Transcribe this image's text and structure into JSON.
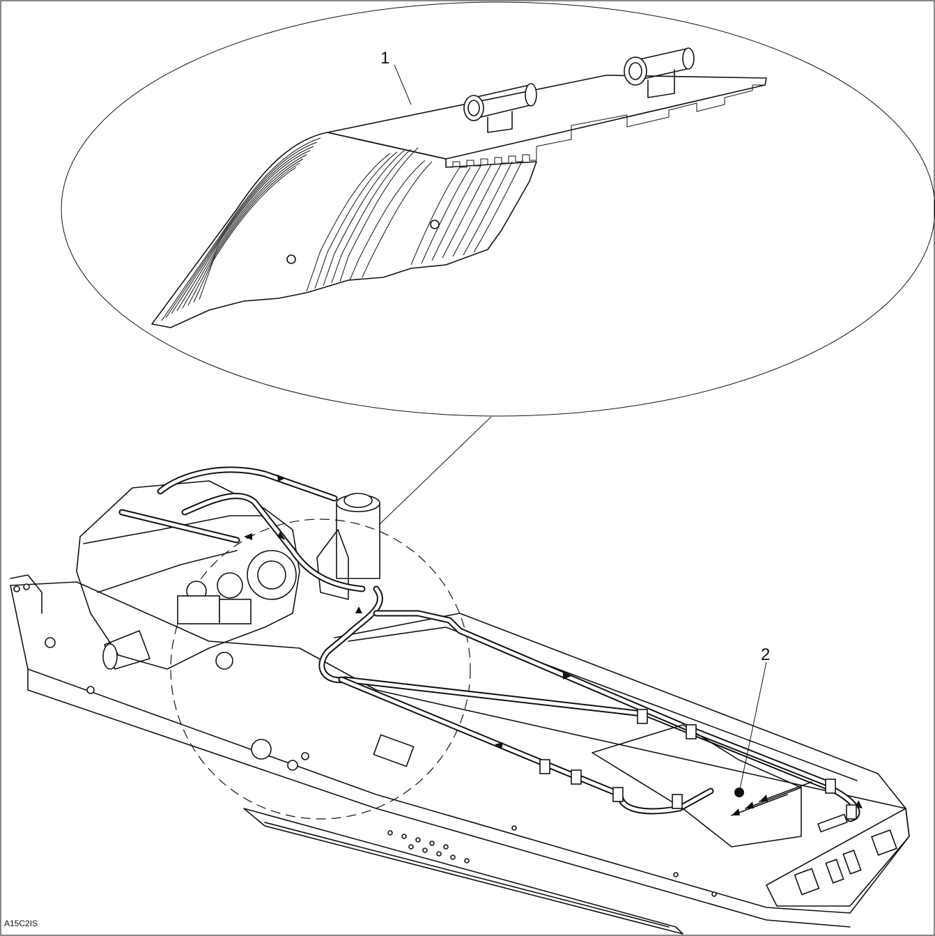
{
  "figure": {
    "callouts": [
      {
        "id": "1",
        "label": "1"
      },
      {
        "id": "2",
        "label": "2"
      }
    ],
    "figure_code": "A15C2IS"
  },
  "icons": {
    "detail_view": "radiator-detail-icon",
    "chassis": "snowmobile-chassis-icon",
    "flow_arrow": "flow-arrow-icon"
  },
  "colors": {
    "line": "#111111",
    "background": "#ffffff"
  }
}
